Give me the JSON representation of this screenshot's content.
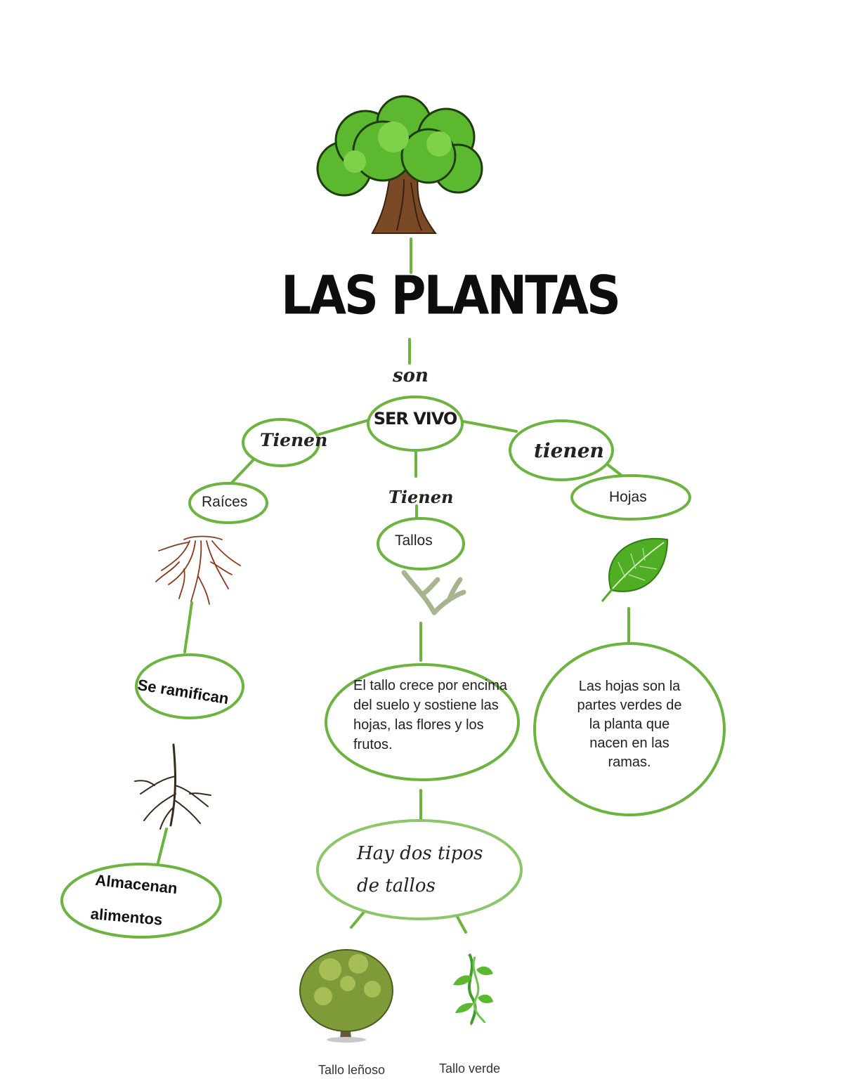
{
  "title": "LAS PLANTAS",
  "colors": {
    "accent": "#6db33f",
    "accent_light": "#8cc66b",
    "trunk": "#7a4a26",
    "leaf": "#5cb82e"
  },
  "nodes": {
    "son": "son",
    "ser_vivo": "SER VIVO",
    "tienen_left": "Tienen",
    "tienen_right": "tienen",
    "tienen_center": "Tienen",
    "raices": "Raíces",
    "tallos": "Tallos",
    "hojas": "Hojas",
    "se_ramifican": "Se ramifican",
    "almacenan_line1": "Almacenan",
    "almacenan_line2": "alimentos",
    "tallo_desc": "El tallo crece por encima del suelo y sostiene las hojas, las flores y los frutos.",
    "hojas_desc": "Las hojas son la partes verdes de la planta que nacen en las ramas.",
    "tipos": "Hay dos tipos de tallos"
  },
  "captions": {
    "tallo_lenoso": "Tallo leñoso",
    "tallo_verde": "Tallo verde"
  },
  "icons": [
    "tree-icon",
    "roots-icon",
    "branch-icon",
    "leaf-icon",
    "taproot-icon",
    "woody-tree-icon",
    "green-stem-icon"
  ]
}
